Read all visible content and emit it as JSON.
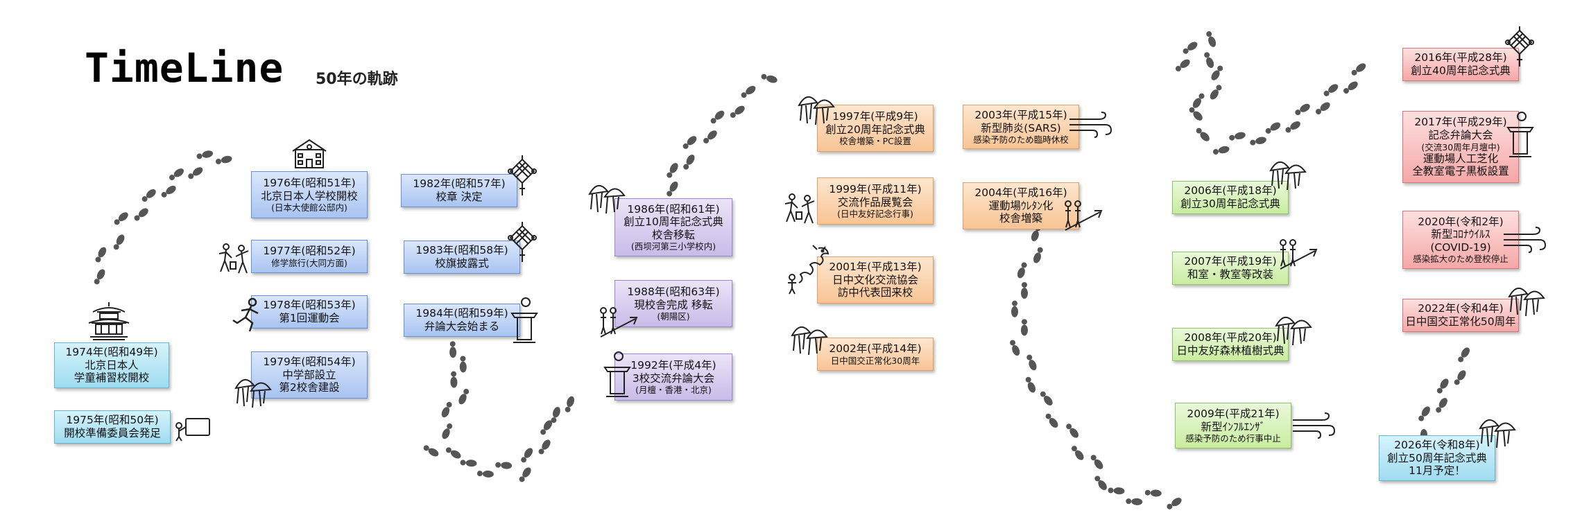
{
  "header": {
    "title": "TimeLine",
    "subtitle": "50年の軌跡"
  },
  "colors": {
    "cyan": "#9fdcf0",
    "blue": "#a9c4f1",
    "purple": "#c9bbe8",
    "orange": "#f8c495",
    "green": "#c9ec9f",
    "red": "#f5a7a7",
    "footprint": "#555555"
  },
  "events": [
    {
      "year": "1974年(昭和49年)",
      "lines": [
        "北京日本人",
        "学童補習校開校"
      ],
      "icon": "pagoda-icon",
      "color": "cyan"
    },
    {
      "year": "1975年(昭和50年)",
      "lines": [
        "開校準備委員会発足"
      ],
      "icon": "presentation-board-icon",
      "color": "cyan"
    },
    {
      "year": "1976年(昭和51年)",
      "lines": [
        "北京日本人学校開校"
      ],
      "note": "(日本大使館公邸内)",
      "icon": "school-building-icon",
      "color": "blue"
    },
    {
      "year": "1977年(昭和52年)",
      "lines": [],
      "note": "修学旅行(大同方面)",
      "icon": "travel-people-icon",
      "color": "blue"
    },
    {
      "year": "1978年(昭和53年)",
      "lines": [
        "第1回運動会"
      ],
      "icon": "runner-icon",
      "color": "blue"
    },
    {
      "year": "1979年(昭和54年)",
      "lines": [
        "中学部設立",
        "第2校舎建設"
      ],
      "icon": "celebration-balls-icon",
      "color": "blue"
    },
    {
      "year": "1982年(昭和57年)",
      "lines": [
        "校章 決定"
      ],
      "icon": "chinese-knot-icon",
      "color": "blue"
    },
    {
      "year": "1983年(昭和58年)",
      "lines": [
        "校旗披露式"
      ],
      "icon": "chinese-knot-icon",
      "color": "blue"
    },
    {
      "year": "1984年(昭和59年)",
      "lines": [
        "弁論大会始まる"
      ],
      "icon": "podium-icon",
      "color": "blue"
    },
    {
      "year": "1986年(昭和61年)",
      "lines": [
        "創立10周年記念式典",
        "校舎移転"
      ],
      "note": "(西坝河第三小学校内)",
      "icon": "celebration-balls-icon",
      "color": "purple"
    },
    {
      "year": "1988年(昭和63年)",
      "lines": [
        "現校舎完成 移転"
      ],
      "note": "(朝陽区)",
      "icon": "growth-people-icon",
      "color": "purple"
    },
    {
      "year": "1992年(平成4年)",
      "lines": [
        "3校交流弁論大会"
      ],
      "note": "(月檀・香港・北京)",
      "icon": "podium-icon",
      "color": "purple"
    },
    {
      "year": "1997年(平成9年)",
      "lines": [
        "創立20周年記念式典"
      ],
      "note": "校舎増築・PC設置",
      "icon": "celebration-balls-icon",
      "color": "orange"
    },
    {
      "year": "1999年(平成11年)",
      "lines": [
        "交流作品展覧会"
      ],
      "note": "(日中友好記念行事)",
      "icon": "travel-people-icon",
      "color": "orange"
    },
    {
      "year": "2001年(平成13年)",
      "lines": [
        "日中文化交流協会",
        "訪中代表団来校"
      ],
      "icon": "dragon-icon",
      "color": "orange"
    },
    {
      "year": "2002年(平成14年)",
      "lines": [],
      "note": "日中国交正常化30周年",
      "icon": "celebration-balls-icon",
      "color": "orange"
    },
    {
      "year": "2003年(平成15年)",
      "lines": [
        "新型肺炎(SARS)"
      ],
      "note": "感染予防のため臨時休校",
      "icon": "wind-icon",
      "color": "orange"
    },
    {
      "year": "2004年(平成16年)",
      "lines": [
        "運動場ｳﾚﾀﾝ化",
        "校舎増築"
      ],
      "icon": "growth-people-icon",
      "color": "orange"
    },
    {
      "year": "2006年(平成18年)",
      "lines": [
        "創立30周年記念式典"
      ],
      "icon": "celebration-balls-icon",
      "color": "green"
    },
    {
      "year": "2007年(平成19年)",
      "lines": [
        "和室・教室等改装"
      ],
      "icon": "growth-people-icon",
      "color": "green"
    },
    {
      "year": "2008年(平成20年)",
      "lines": [
        "日中友好森林植樹式典"
      ],
      "icon": "celebration-balls-icon",
      "color": "green"
    },
    {
      "year": "2009年(平成21年)",
      "lines": [
        "新型ｲﾝﾌﾙｴﾝｻﾞ"
      ],
      "note": "感染予防のため行事中止",
      "icon": "wind-icon",
      "color": "green"
    },
    {
      "year": "2016年(平成28年)",
      "lines": [
        "創立40周年記念式典"
      ],
      "icon": "chinese-knot-icon",
      "color": "red"
    },
    {
      "year": "2017年(平成29年)",
      "lines": [
        "記念弁論大会"
      ],
      "note": "(交流30周年月壇中)",
      "lines2": [
        "運動場人工芝化",
        "全教室電子黒板設置"
      ],
      "icon": "podium-icon",
      "color": "red"
    },
    {
      "year": "2020年(令和2年)",
      "lines": [
        "新型ｺﾛﾅｳｲﾙｽ",
        "(COVID-19)"
      ],
      "note": "感染拡大のため登校停止",
      "icon": "wind-icon",
      "color": "red"
    },
    {
      "year": "2022年(令和4年)",
      "lines": [
        "日中国交正常化50周年"
      ],
      "icon": "celebration-balls-icon",
      "color": "red"
    },
    {
      "year": "2026年(令和8年)",
      "lines": [
        "創立50周年記念式典",
        "11月予定！"
      ],
      "icon": "celebration-balls-icon",
      "color": "cyan"
    }
  ]
}
